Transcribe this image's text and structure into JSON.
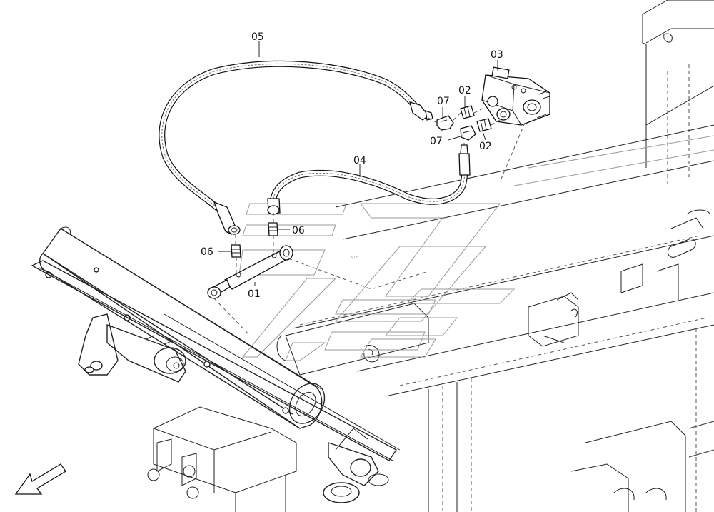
{
  "diagram": {
    "parts": [
      {
        "number": "01"
      },
      {
        "number": "02"
      },
      {
        "number": "02"
      },
      {
        "number": "03"
      },
      {
        "number": "04"
      },
      {
        "number": "05"
      },
      {
        "number": "06"
      },
      {
        "number": "06"
      },
      {
        "number": "07"
      },
      {
        "number": "07"
      }
    ],
    "watermark_text": "RLE",
    "orientation_arrow": "arrow-down-left-icon"
  }
}
